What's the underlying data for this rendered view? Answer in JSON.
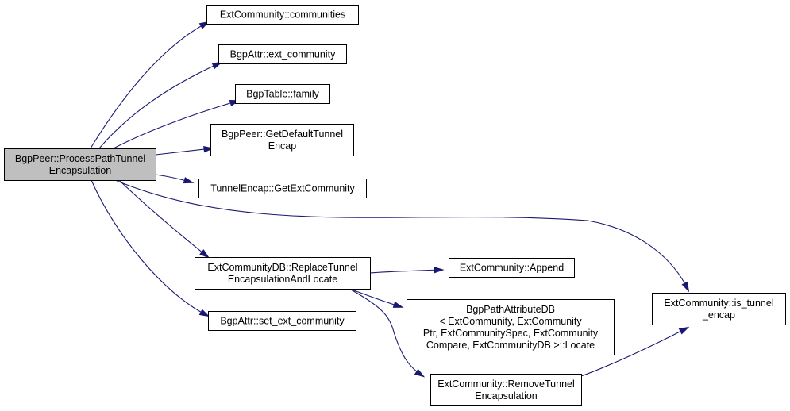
{
  "graph": {
    "colors": {
      "edge": "#191970",
      "root_fill": "#bfbfbf",
      "node_fill": "#ffffff",
      "node_border": "#000000"
    },
    "nodes": {
      "process_path_tunnel_encap": [
        "BgpPeer::ProcessPathTunnel",
        "Encapsulation"
      ],
      "ext_community_communities": [
        "ExtCommunity::communities"
      ],
      "bgp_attr_ext_community": [
        "BgpAttr::ext_community"
      ],
      "bgp_table_family": [
        "BgpTable::family"
      ],
      "bgp_peer_get_default_tunnel_encap": [
        "BgpPeer::GetDefaultTunnel",
        "Encap"
      ],
      "tunnel_encap_get_ext_community": [
        "TunnelEncap::GetExtCommunity"
      ],
      "ext_community_db_replace": [
        "ExtCommunityDB::ReplaceTunnel",
        "EncapsulationAndLocate"
      ],
      "bgp_attr_set_ext_community": [
        "BgpAttr::set_ext_community"
      ],
      "ext_community_append": [
        "ExtCommunity::Append"
      ],
      "bgp_path_attribute_db_locate": [
        "BgpPathAttributeDB",
        "< ExtCommunity, ExtCommunity",
        "Ptr, ExtCommunitySpec, ExtCommunity",
        "Compare, ExtCommunityDB >::Locate"
      ],
      "ext_community_remove_tunnel_encap": [
        "ExtCommunity::RemoveTunnel",
        "Encapsulation"
      ],
      "ext_community_is_tunnel_encap": [
        "ExtCommunity::is_tunnel",
        "_encap"
      ]
    },
    "edges": [
      [
        "process_path_tunnel_encap",
        "ext_community_communities"
      ],
      [
        "process_path_tunnel_encap",
        "bgp_attr_ext_community"
      ],
      [
        "process_path_tunnel_encap",
        "bgp_table_family"
      ],
      [
        "process_path_tunnel_encap",
        "bgp_peer_get_default_tunnel_encap"
      ],
      [
        "process_path_tunnel_encap",
        "tunnel_encap_get_ext_community"
      ],
      [
        "process_path_tunnel_encap",
        "ext_community_is_tunnel_encap"
      ],
      [
        "process_path_tunnel_encap",
        "ext_community_db_replace"
      ],
      [
        "process_path_tunnel_encap",
        "bgp_attr_set_ext_community"
      ],
      [
        "ext_community_db_replace",
        "ext_community_append"
      ],
      [
        "ext_community_db_replace",
        "bgp_path_attribute_db_locate"
      ],
      [
        "ext_community_db_replace",
        "ext_community_remove_tunnel_encap"
      ],
      [
        "ext_community_remove_tunnel_encap",
        "ext_community_is_tunnel_encap"
      ]
    ]
  }
}
